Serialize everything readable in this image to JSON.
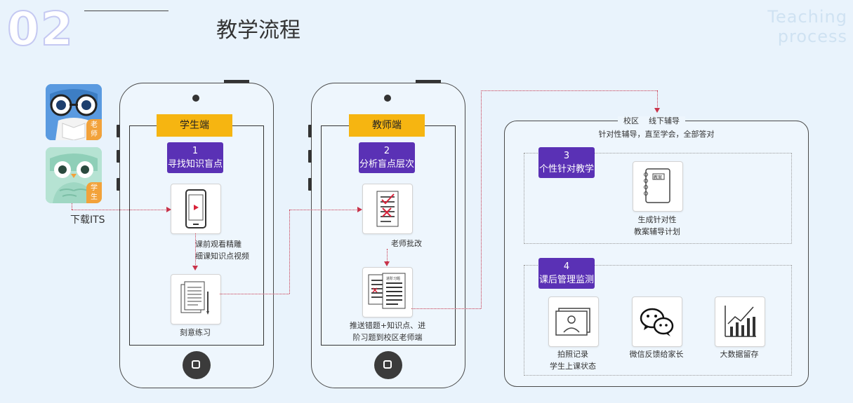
{
  "header": {
    "number": "02",
    "title": "教学流程",
    "en_title_line1": "Teaching",
    "en_title_line2": "process"
  },
  "apps": {
    "teacher_badge_1": "老",
    "teacher_badge_2": "师",
    "student_badge_1": "学",
    "student_badge_2": "生",
    "download_label": "下载ITS"
  },
  "student_phone": {
    "header": "学生端",
    "step_number": "1",
    "step_label": "寻找知识盲点",
    "desc_line1": "课前观看精雕",
    "desc_line2": "细课知识点视频",
    "practice_label": "刻意练习"
  },
  "teacher_phone": {
    "header": "教师端",
    "step_number": "2",
    "step_label": "分析盲点层次",
    "grading_label": "老师批改",
    "paper_header": "进阶习题",
    "push_line1": "推送错题+知识点、进",
    "push_line2": "阶习题到校区老师端"
  },
  "campus_panel": {
    "line1_a": "校区",
    "line1_b": "线下辅导",
    "line2": "针对性辅导，直至学会，全部答对",
    "step3_number": "3",
    "step3_label": "个性针对教学",
    "notebook_label": "教案",
    "plan_line1": "生成针对性",
    "plan_line2": "教案辅导计划",
    "step4_number": "4",
    "step4_label": "课后管理监测",
    "photo_line1": "拍照记录",
    "photo_line2": "学生上课状态",
    "wechat_label": "微信反馈给家长",
    "bigdata_label": "大数据留存"
  }
}
